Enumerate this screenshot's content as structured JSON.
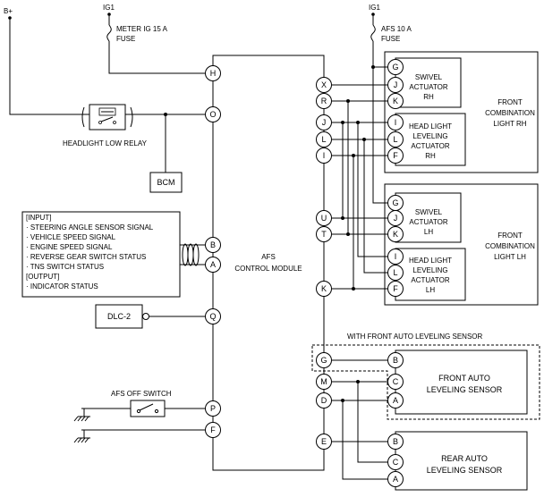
{
  "power": {
    "bplus": "B+",
    "ig1_left": "IG1",
    "ig1_right": "IG1",
    "fuse_left_l1": "METER IG 15 A",
    "fuse_left_l2": "FUSE",
    "fuse_right_l1": "AFS 10 A",
    "fuse_right_l2": "FUSE"
  },
  "relay": {
    "label": "HEADLIGHT LOW RELAY"
  },
  "bcm": {
    "label": "BCM"
  },
  "input_box": {
    "lines": [
      "[INPUT]",
      "· STEERING ANGLE SENSOR SIGNAL",
      "· VEHICLE SPEED SIGNAL",
      "· ENGINE SPEED SIGNAL",
      "· REVERSE GEAR SWITCH STATUS",
      "· TNS SWITCH STATUS",
      "[OUTPUT]",
      "· INDICATOR STATUS"
    ]
  },
  "dlc": {
    "label": "DLC-2"
  },
  "afs_switch": {
    "label": "AFS OFF SWITCH"
  },
  "module": {
    "line1": "AFS",
    "line2": "CONTROL MODULE"
  },
  "module_left_pins": [
    "H",
    "O",
    "B",
    "A",
    "Q",
    "P",
    "F"
  ],
  "module_right_pins": [
    "X",
    "R",
    "J",
    "L",
    "I",
    "U",
    "T",
    "K",
    "G",
    "M",
    "D",
    "E"
  ],
  "swivel_rh": {
    "l1": "SWIVEL",
    "l2": "ACTUATOR",
    "l3": "RH",
    "pins": [
      "G",
      "J",
      "K"
    ]
  },
  "leveling_rh": {
    "l1": "HEAD LIGHT",
    "l2": "LEVELING",
    "l3": "ACTUATOR",
    "l4": "RH",
    "pins": [
      "I",
      "L",
      "F"
    ]
  },
  "combo_rh": {
    "l1": "FRONT",
    "l2": "COMBINATION",
    "l3": "LIGHT RH"
  },
  "swivel_lh": {
    "l1": "SWIVEL",
    "l2": "ACTUATOR",
    "l3": "LH",
    "pins": [
      "G",
      "J",
      "K"
    ]
  },
  "leveling_lh": {
    "l1": "HEAD LIGHT",
    "l2": "LEVELING",
    "l3": "ACTUATOR",
    "l4": "LH",
    "pins": [
      "I",
      "L",
      "F"
    ]
  },
  "combo_lh": {
    "l1": "FRONT",
    "l2": "COMBINATION",
    "l3": "LIGHT LH"
  },
  "option": {
    "label": "WITH FRONT AUTO LEVELING SENSOR"
  },
  "front_sensor": {
    "l1": "FRONT AUTO",
    "l2": "LEVELING SENSOR",
    "pins": [
      "B",
      "C",
      "A"
    ]
  },
  "rear_sensor": {
    "l1": "REAR AUTO",
    "l2": "LEVELING SENSOR",
    "pins": [
      "B",
      "C",
      "A"
    ]
  }
}
